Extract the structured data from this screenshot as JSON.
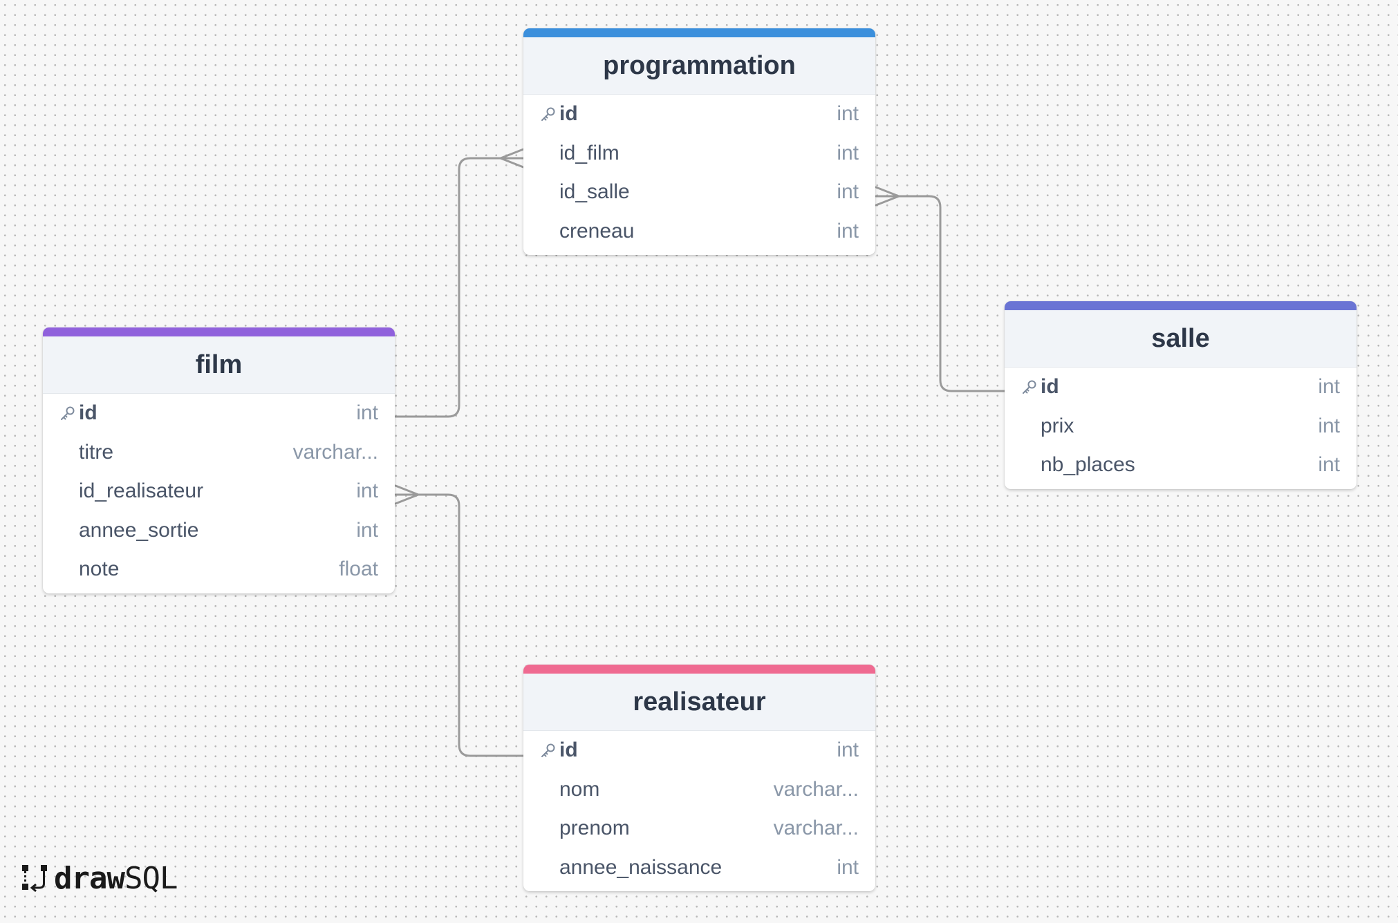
{
  "tables": [
    {
      "id": "programmation",
      "name": "programmation",
      "accent": "#3b8fdc",
      "columns": [
        {
          "name": "id",
          "type": "int",
          "pk": true
        },
        {
          "name": "id_film",
          "type": "int",
          "pk": false
        },
        {
          "name": "id_salle",
          "type": "int",
          "pk": false
        },
        {
          "name": "creneau",
          "type": "int",
          "pk": false
        }
      ]
    },
    {
      "id": "film",
      "name": "film",
      "accent": "#9061dc",
      "columns": [
        {
          "name": "id",
          "type": "int",
          "pk": true
        },
        {
          "name": "titre",
          "type": "varchar...",
          "pk": false
        },
        {
          "name": "id_realisateur",
          "type": "int",
          "pk": false
        },
        {
          "name": "annee_sortie",
          "type": "int",
          "pk": false
        },
        {
          "name": "note",
          "type": "float",
          "pk": false
        }
      ]
    },
    {
      "id": "salle",
      "name": "salle",
      "accent": "#6a74d4",
      "columns": [
        {
          "name": "id",
          "type": "int",
          "pk": true
        },
        {
          "name": "prix",
          "type": "int",
          "pk": false
        },
        {
          "name": "nb_places",
          "type": "int",
          "pk": false
        }
      ]
    },
    {
      "id": "realisateur",
      "name": "realisateur",
      "accent": "#ef6a91",
      "columns": [
        {
          "name": "id",
          "type": "int",
          "pk": true
        },
        {
          "name": "nom",
          "type": "varchar...",
          "pk": false
        },
        {
          "name": "prenom",
          "type": "varchar...",
          "pk": false
        },
        {
          "name": "annee_naissance",
          "type": "int",
          "pk": false
        }
      ]
    }
  ],
  "relations": [
    {
      "from": "film.id",
      "to": "programmation.id_film",
      "cardinality": "one-to-many"
    },
    {
      "from": "salle.id",
      "to": "programmation.id_salle",
      "cardinality": "one-to-many"
    },
    {
      "from": "realisateur.id",
      "to": "film.id_realisateur",
      "cardinality": "one-to-many"
    }
  ],
  "brand": {
    "bold": "draw",
    "light": "SQL"
  },
  "colors": {
    "canvas": "#f7f7f7",
    "connector": "#9a9a9a",
    "header_bg": "#f1f4f8",
    "title": "#2d3748",
    "column_name": "#4a5568",
    "column_type": "#8a97a8"
  }
}
